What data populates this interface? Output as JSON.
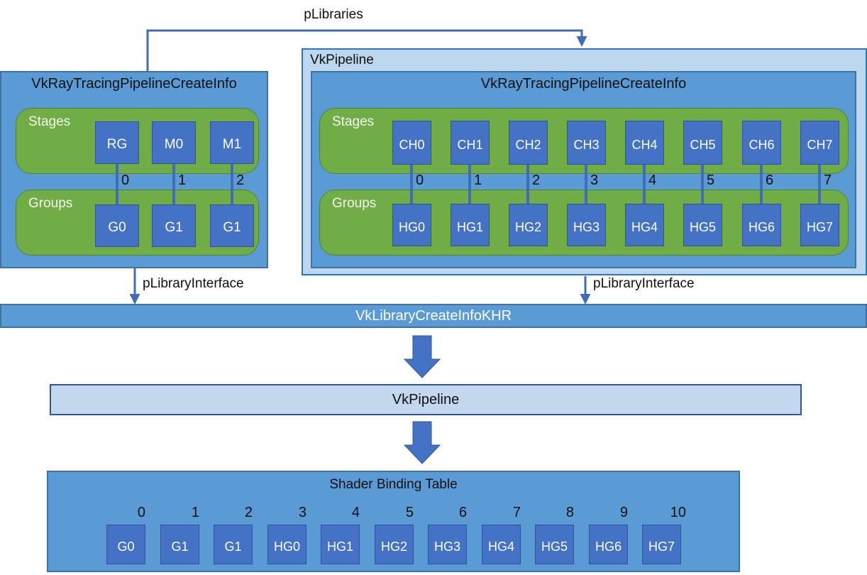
{
  "colors": {
    "medium_blue": "#5b9bd5",
    "light_blue": "#bdd7ee",
    "chip_blue": "#4472c4",
    "green": "#70ad47",
    "line_blue": "#3f6db8",
    "border_blue": "#41719c"
  },
  "labels": {
    "plibraries": "pLibraries",
    "plibrary_interface_left": "pLibraryInterface",
    "plibrary_interface_right": "pLibraryInterface"
  },
  "left_pipeline": {
    "title": "VkRayTracingPipelineCreateInfo",
    "stages_label": "Stages",
    "groups_label": "Groups",
    "stages": [
      "RG",
      "M0",
      "M1"
    ],
    "indices": [
      "0",
      "1",
      "2"
    ],
    "groups": [
      "G0",
      "G1",
      "G1"
    ]
  },
  "right_pipeline": {
    "container_title": "VkPipeline",
    "title": "VkRayTracingPipelineCreateInfo",
    "stages_label": "Stages",
    "groups_label": "Groups",
    "stages": [
      "CH0",
      "CH1",
      "CH2",
      "CH3",
      "CH4",
      "CH5",
      "CH6",
      "CH7"
    ],
    "indices": [
      "0",
      "1",
      "2",
      "3",
      "4",
      "5",
      "6",
      "7"
    ],
    "groups": [
      "HG0",
      "HG1",
      "HG2",
      "HG3",
      "HG4",
      "HG5",
      "HG6",
      "HG7"
    ]
  },
  "library_bar": {
    "title": "VkLibraryCreateInfoKHR"
  },
  "pipeline_bar": {
    "title": "VkPipeline"
  },
  "sbt": {
    "title": "Shader Binding Table",
    "indices": [
      "0",
      "1",
      "2",
      "3",
      "4",
      "5",
      "6",
      "7",
      "8",
      "9",
      "10"
    ],
    "entries": [
      "G0",
      "G1",
      "G1",
      "HG0",
      "HG1",
      "HG2",
      "HG3",
      "HG4",
      "HG5",
      "HG6",
      "HG7"
    ]
  }
}
